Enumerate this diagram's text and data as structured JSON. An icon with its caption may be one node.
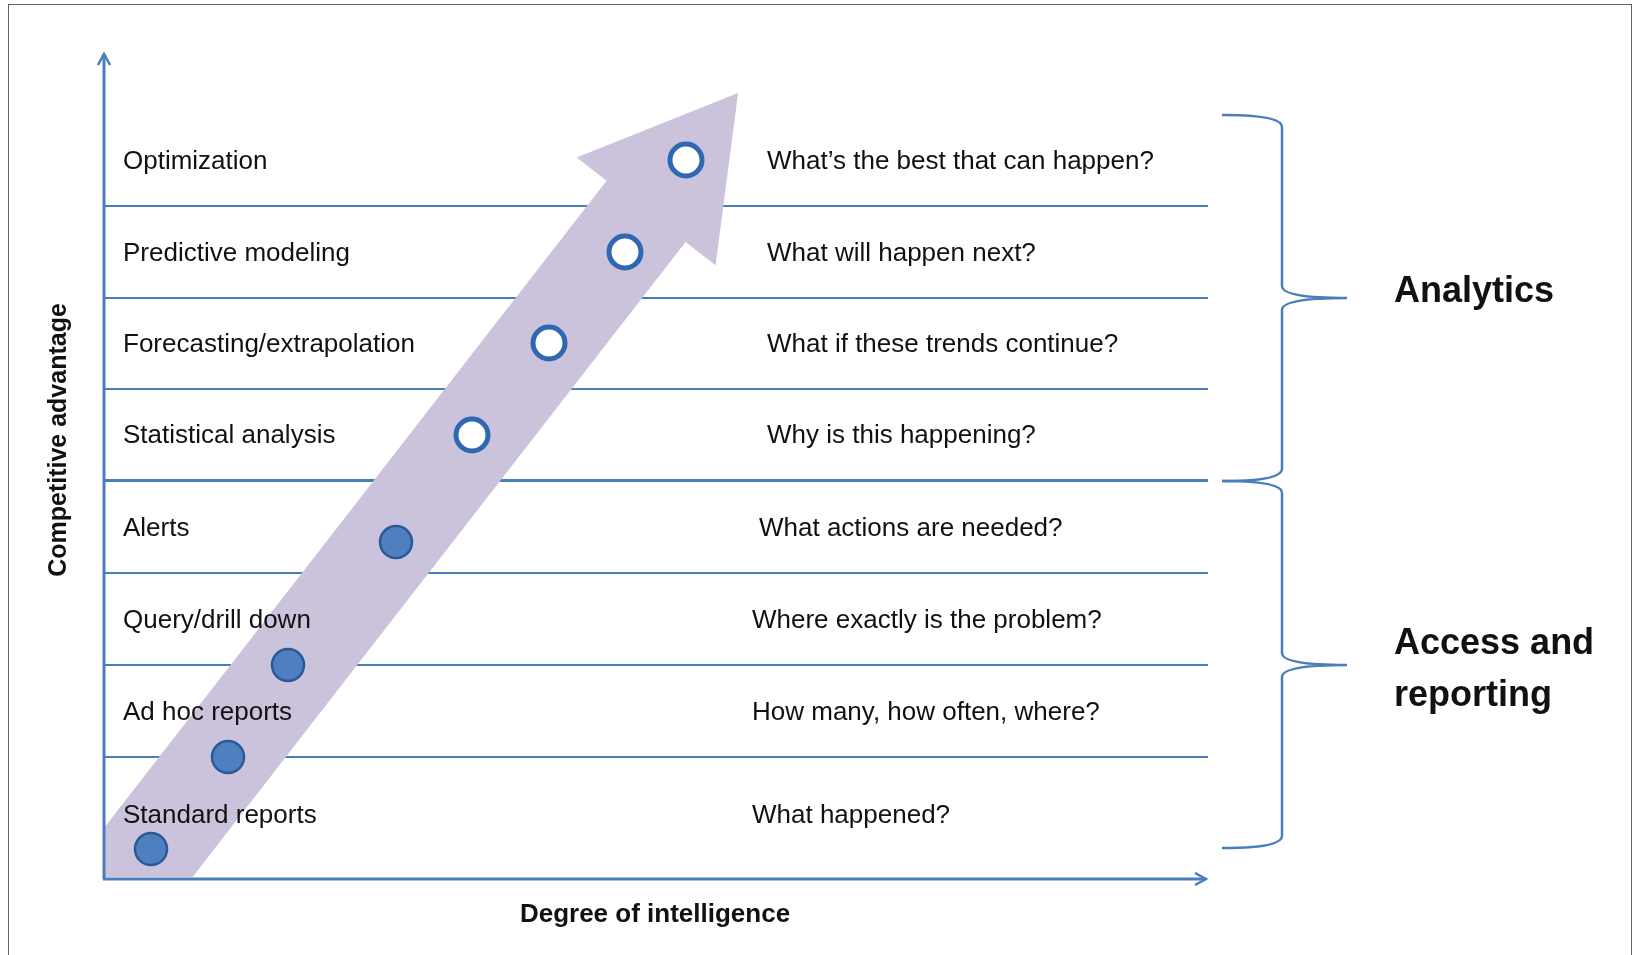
{
  "diagram": {
    "nodes": [
      {
        "text": [
          "Optimization",
          "What’s the best that can happen?"
        ]
      },
      {
        "text": [
          "Predictive modeling",
          "What will happen next?"
        ]
      },
      {
        "text": [
          "Forecasting/extrapolation",
          "What if these trends continue?"
        ]
      },
      {
        "text": [
          "Statistical analysis",
          "Why is this happening?"
        ]
      },
      {
        "text": [
          "Alerts",
          "What actions are needed?"
        ]
      },
      {
        "text": [
          "Query/drill down",
          "Where exactly is the problem?"
        ]
      },
      {
        "text": [
          "Ad hoc reports",
          "How many, how often, where?"
        ]
      },
      {
        "text": [
          "Standard reports",
          "What happened?"
        ]
      }
    ],
    "edges": [
      {
        "from": 7,
        "to": 0,
        "arrow": "to"
      }
    ],
    "labels": [
      "Analytics",
      "Access and reporting",
      "Competitive advantage",
      "Degree of intelligence"
    ]
  }
}
